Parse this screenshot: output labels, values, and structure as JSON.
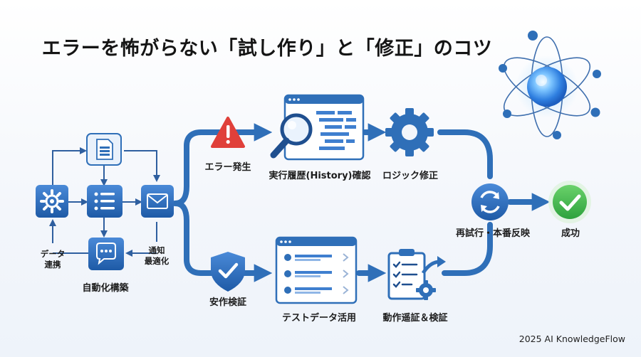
{
  "title": "エラーを怖がらない「試し作り」と「修正」のコツ",
  "labels": {
    "data_link": [
      "データ",
      "連携"
    ],
    "notify_optimize": [
      "通知",
      "最適化"
    ],
    "auto_build": "自動化構築",
    "error_occur": "エラー発生",
    "history_check": "実行履歴(History)確認",
    "logic_fix": "ロジック修正",
    "retry_release": "再試行・本番反映",
    "success": "成功",
    "safe_verify": "安作検証",
    "test_data": "テストデータ活用",
    "operation_verify": "動作遥証＆検証"
  },
  "footer": "2025 AI KnowledgeFlow",
  "colors": {
    "primary": "#2f6fb8",
    "dark": "#1f4f8f",
    "error": "#e0403a",
    "success": "#3bb24a"
  }
}
